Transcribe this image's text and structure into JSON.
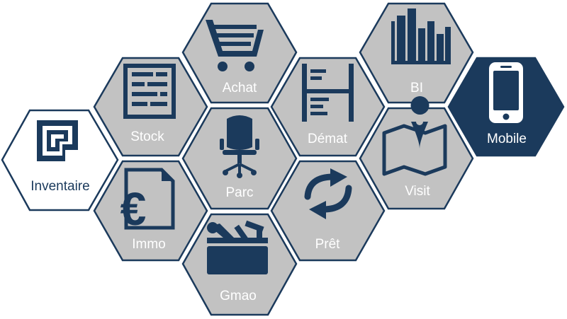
{
  "colors": {
    "hex_fill": "#c2c2c2",
    "hex_stroke": "#1b3a5c",
    "accent": "#1b3a5c",
    "label_light": "#ffffff",
    "label_dark": "#1b3a5c",
    "white": "#ffffff"
  },
  "modules": [
    {
      "id": "inventaire",
      "label": "Inventaire",
      "icon": "rfid-tag-icon",
      "variant": "white"
    },
    {
      "id": "stock",
      "label": "Stock",
      "icon": "shelves-icon",
      "variant": "grey"
    },
    {
      "id": "achat",
      "label": "Achat",
      "icon": "shopping-cart-icon",
      "variant": "grey"
    },
    {
      "id": "demat",
      "label": "Démat",
      "icon": "document-rack-icon",
      "variant": "grey"
    },
    {
      "id": "bi",
      "label": "BI",
      "icon": "bar-chart-icon",
      "variant": "grey"
    },
    {
      "id": "mobile",
      "label": "Mobile",
      "icon": "smartphone-icon",
      "variant": "dark"
    },
    {
      "id": "parc",
      "label": "Parc",
      "icon": "office-chair-icon",
      "variant": "grey"
    },
    {
      "id": "immo",
      "label": "Immo",
      "icon": "euro-document-icon",
      "variant": "grey"
    },
    {
      "id": "visit",
      "label": "Visit",
      "icon": "map-pin-icon",
      "variant": "grey"
    },
    {
      "id": "pret",
      "label": "Prêt",
      "icon": "exchange-arrows-icon",
      "variant": "grey"
    },
    {
      "id": "gmao",
      "label": "Gmao",
      "icon": "toolbox-icon",
      "variant": "grey"
    }
  ]
}
